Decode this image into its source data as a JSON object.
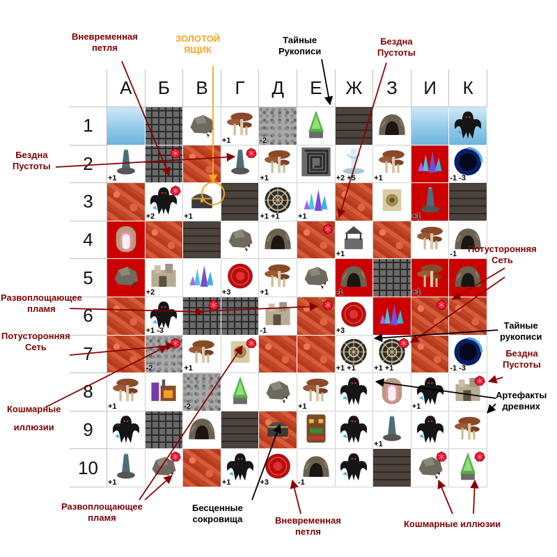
{
  "columns": [
    "А",
    "Б",
    "В",
    "Г",
    "Д",
    "Е",
    "Ж",
    "З",
    "И",
    "К"
  ],
  "rows": [
    "1",
    "2",
    "3",
    "4",
    "5",
    "6",
    "7",
    "8",
    "9",
    "10"
  ],
  "colors": {
    "label_red": "#7f0000",
    "label_gold": "#f5a623",
    "rune": "#e8102a"
  },
  "grid": [
    [
      {
        "t": "water"
      },
      {
        "t": "maze"
      },
      {
        "t": "white",
        "o": "rock"
      },
      {
        "t": "white",
        "o": "mushroom",
        "n": "+1"
      },
      {
        "t": "gravel",
        "n": "-2"
      },
      {
        "t": "white",
        "o": "tree"
      },
      {
        "t": "stone"
      },
      {
        "t": "white",
        "o": "cave"
      },
      {
        "t": "water"
      },
      {
        "t": "water",
        "o": "wraith"
      }
    ],
    [
      {
        "t": "white",
        "o": "obelisk",
        "n": "+1"
      },
      {
        "t": "maze",
        "m": true
      },
      {
        "t": "lava"
      },
      {
        "t": "white",
        "o": "obelisk",
        "m": true
      },
      {
        "t": "white",
        "o": "mushroom",
        "n": "+1"
      },
      {
        "t": "white",
        "o": "maze"
      },
      {
        "t": "white",
        "o": "fountain",
        "n": "+2 +5"
      },
      {
        "t": "white",
        "o": "mushroom",
        "n": "+1"
      },
      {
        "t": "red",
        "o": "crystals"
      },
      {
        "t": "white",
        "o": "portal",
        "n": "-1 -3"
      }
    ],
    [
      {
        "t": "lava"
      },
      {
        "t": "white",
        "o": "wraith",
        "n": "+2",
        "m": true
      },
      {
        "t": "white",
        "o": "chest",
        "n": "+1"
      },
      {
        "t": "stone"
      },
      {
        "t": "white",
        "o": "disc",
        "n": "+1 +1"
      },
      {
        "t": "white",
        "o": "crystals",
        "n": "+1"
      },
      {
        "t": "lava"
      },
      {
        "t": "white",
        "o": "scroll"
      },
      {
        "t": "red",
        "o": "obelisk",
        "n": "+1"
      },
      {
        "t": "stone"
      }
    ],
    [
      {
        "t": "red",
        "o": "gate"
      },
      {
        "t": "lava"
      },
      {
        "t": "stone"
      },
      {
        "t": "white",
        "o": "rock"
      },
      {
        "t": "white",
        "o": "cave"
      },
      {
        "t": "lava",
        "m": true
      },
      {
        "t": "white",
        "o": "well",
        "n": "+1"
      },
      {
        "t": "lava"
      },
      {
        "t": "white",
        "o": "mushroom"
      },
      {
        "t": "white",
        "o": "cave",
        "n": "-1"
      }
    ],
    [
      {
        "t": "red",
        "o": "rock"
      },
      {
        "t": "white",
        "o": "ruins",
        "n": "+2"
      },
      {
        "t": "white",
        "o": "crystals"
      },
      {
        "t": "white",
        "o": "orb",
        "n": "+3"
      },
      {
        "t": "white",
        "o": "mushroom",
        "n": "+1"
      },
      {
        "t": "white",
        "o": "rock"
      },
      {
        "t": "red",
        "o": "cave",
        "n": "-1"
      },
      {
        "t": "maze"
      },
      {
        "t": "red",
        "o": "mushroom",
        "n": "+1"
      },
      {
        "t": "red",
        "o": "cave"
      }
    ],
    [
      {
        "t": "lava"
      },
      {
        "t": "white",
        "o": "wraith",
        "n": "+1 -3"
      },
      {
        "t": "maze",
        "m": true
      },
      {
        "t": "maze"
      },
      {
        "t": "white",
        "o": "ruins",
        "n": "-1"
      },
      {
        "t": "lava",
        "m": true
      },
      {
        "t": "white",
        "o": "orb",
        "n": "+3"
      },
      {
        "t": "red",
        "o": "crystals"
      },
      {
        "t": "lava",
        "m": true
      },
      {
        "t": "lava"
      }
    ],
    [
      {
        "t": "lava"
      },
      {
        "t": "gravel",
        "n": "-2",
        "m": true
      },
      {
        "t": "white",
        "o": "mushroom",
        "n": "+1"
      },
      {
        "t": "white",
        "o": "scroll",
        "m": true
      },
      {
        "t": "lava"
      },
      {
        "t": "lava"
      },
      {
        "t": "white",
        "o": "disc",
        "n": "+1 +1"
      },
      {
        "t": "white",
        "o": "disc",
        "n": "+1 +1",
        "m": true
      },
      {
        "t": "lava"
      },
      {
        "t": "white",
        "o": "portal",
        "n": "-1 -3"
      }
    ],
    [
      {
        "t": "white",
        "o": "mushroom",
        "n": "+1"
      },
      {
        "t": "white",
        "o": "furnace"
      },
      {
        "t": "gravel",
        "n": "-2"
      },
      {
        "t": "white",
        "o": "tree"
      },
      {
        "t": "white",
        "o": "rock"
      },
      {
        "t": "white",
        "o": "mushroom",
        "n": "+1"
      },
      {
        "t": "white",
        "o": "wraith"
      },
      {
        "t": "white",
        "o": "gate"
      },
      {
        "t": "white",
        "o": "wraith",
        "n": "+1"
      },
      {
        "t": "white",
        "o": "ruins",
        "m": true
      }
    ],
    [
      {
        "t": "white",
        "o": "wraith"
      },
      {
        "t": "maze"
      },
      {
        "t": "white",
        "o": "cave"
      },
      {
        "t": "stone"
      },
      {
        "t": "lava",
        "o": "chest"
      },
      {
        "t": "white",
        "o": "totem"
      },
      {
        "t": "white",
        "o": "wraith"
      },
      {
        "t": "white",
        "o": "obelisk",
        "n": "+1"
      },
      {
        "t": "white",
        "o": "wraith"
      },
      {
        "t": "white",
        "o": "mushroom"
      }
    ],
    [
      {
        "t": "white",
        "o": "obelisk",
        "n": "+1"
      },
      {
        "t": "white",
        "o": "rock",
        "m": true
      },
      {
        "t": "lava"
      },
      {
        "t": "white",
        "o": "wraith",
        "n": "+1"
      },
      {
        "t": "white",
        "o": "orb",
        "n": "+3"
      },
      {
        "t": "white",
        "o": "cave",
        "n": "-1"
      },
      {
        "t": "white",
        "o": "wraith"
      },
      {
        "t": "stone"
      },
      {
        "t": "white",
        "o": "rock",
        "m": true
      },
      {
        "t": "white",
        "o": "tree",
        "m": true
      }
    ]
  ],
  "labels": {
    "timeless_loop_top": "Вневременная\nпетля",
    "gold_chest": "ЗОЛОТОЙ\nЯЩИК",
    "secret_manuscripts_top": "Тайные\nРукописи",
    "void_abyss_top": "Бездна\nПустоты",
    "void_abyss_left": "Бездна\nПустоты",
    "otherworld_net_right": "Потусторонняя\nСеть",
    "disembodying_flame_left": "Развоплощающее\nпламя",
    "otherworld_net_left": "Потусторонняя\nСеть",
    "secret_manuscripts_right": "Тайные\nрукописи",
    "void_abyss_right": "Бездна\nПустоты",
    "nightmare_illusions_left": "Кошмарные\nиллюзии",
    "ancient_artifacts": "Артефакты\nдревних",
    "disembodying_flame_bottom": "Развоплощающее\nпламя",
    "priceless_treasures": "Бесценные\nсокровища",
    "timeless_loop_bottom": "Вневременная\nпетля",
    "nightmare_illusions_bottom": "Кошмарные иллюзии"
  }
}
